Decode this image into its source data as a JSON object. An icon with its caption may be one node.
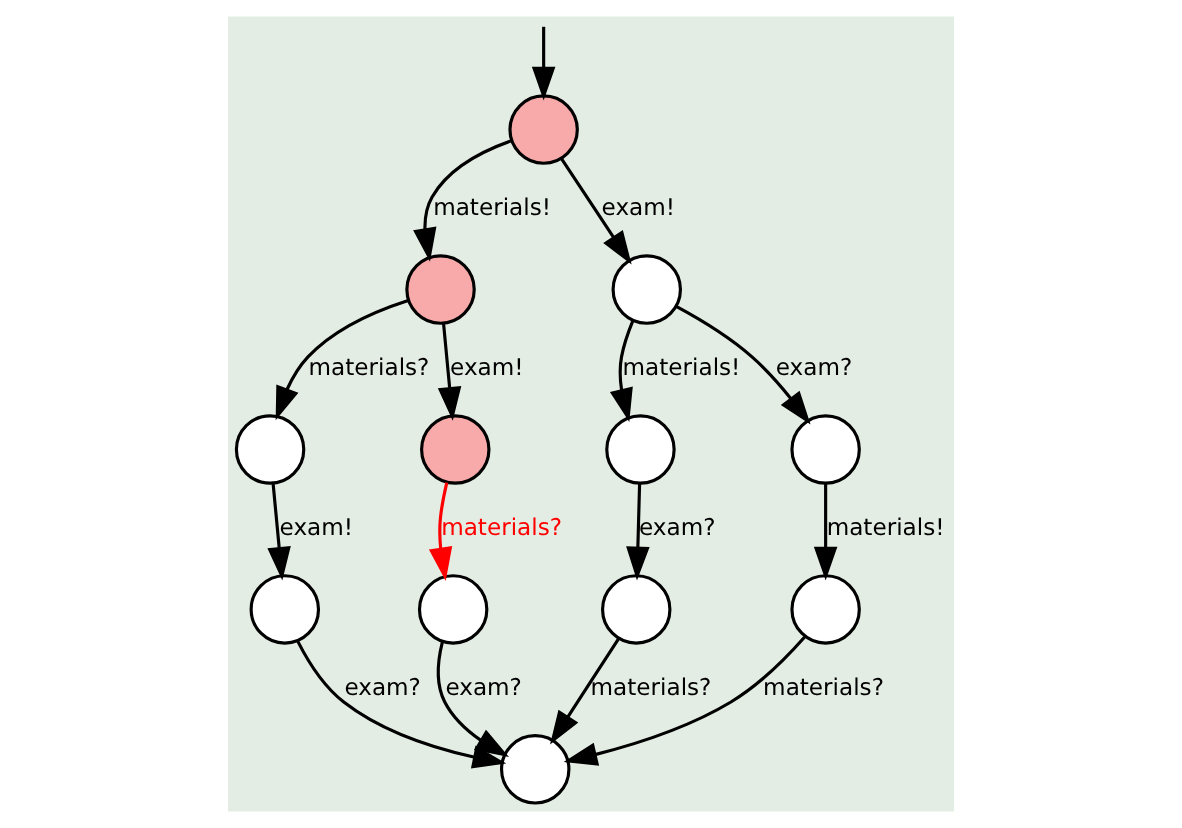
{
  "diagram": {
    "nodes": [
      {
        "text": [],
        "shape": "circle"
      },
      {
        "text": [],
        "shape": "circle"
      },
      {
        "text": [],
        "shape": "circle"
      },
      {
        "text": [],
        "shape": "circle"
      },
      {
        "text": [],
        "shape": "circle"
      },
      {
        "text": [],
        "shape": "circle"
      },
      {
        "text": [],
        "shape": "circle"
      },
      {
        "text": [],
        "shape": "circle"
      },
      {
        "text": [],
        "shape": "circle"
      },
      {
        "text": [],
        "shape": "circle"
      },
      {
        "text": [],
        "shape": "circle"
      },
      {
        "text": [],
        "shape": "circle"
      }
    ],
    "edges": [
      {
        "from": null,
        "to": 0,
        "arrow": "to"
      },
      {
        "from": 0,
        "to": 1,
        "arrow": "to",
        "label": "materials!"
      },
      {
        "from": 0,
        "to": 2,
        "arrow": "to",
        "label": "exam!"
      },
      {
        "from": 1,
        "to": 3,
        "arrow": "to",
        "label": "materials?"
      },
      {
        "from": 1,
        "to": 4,
        "arrow": "to",
        "label": "exam!"
      },
      {
        "from": 2,
        "to": 5,
        "arrow": "to",
        "label": "materials!"
      },
      {
        "from": 2,
        "to": 6,
        "arrow": "to",
        "label": "exam?"
      },
      {
        "from": 3,
        "to": 7,
        "arrow": "to",
        "label": "exam!"
      },
      {
        "from": 4,
        "to": 8,
        "arrow": "to",
        "label": "materials?",
        "color": "#ff0000"
      },
      {
        "from": 5,
        "to": 9,
        "arrow": "to",
        "label": "exam?"
      },
      {
        "from": 6,
        "to": 10,
        "arrow": "to",
        "label": "materials!"
      },
      {
        "from": 7,
        "to": 11,
        "arrow": "to",
        "label": "exam?"
      },
      {
        "from": 8,
        "to": 11,
        "arrow": "to",
        "label": "exam?"
      },
      {
        "from": 9,
        "to": 11,
        "arrow": "to",
        "label": "materials?"
      },
      {
        "from": 10,
        "to": 11,
        "arrow": "to",
        "label": "materials?"
      }
    ]
  }
}
